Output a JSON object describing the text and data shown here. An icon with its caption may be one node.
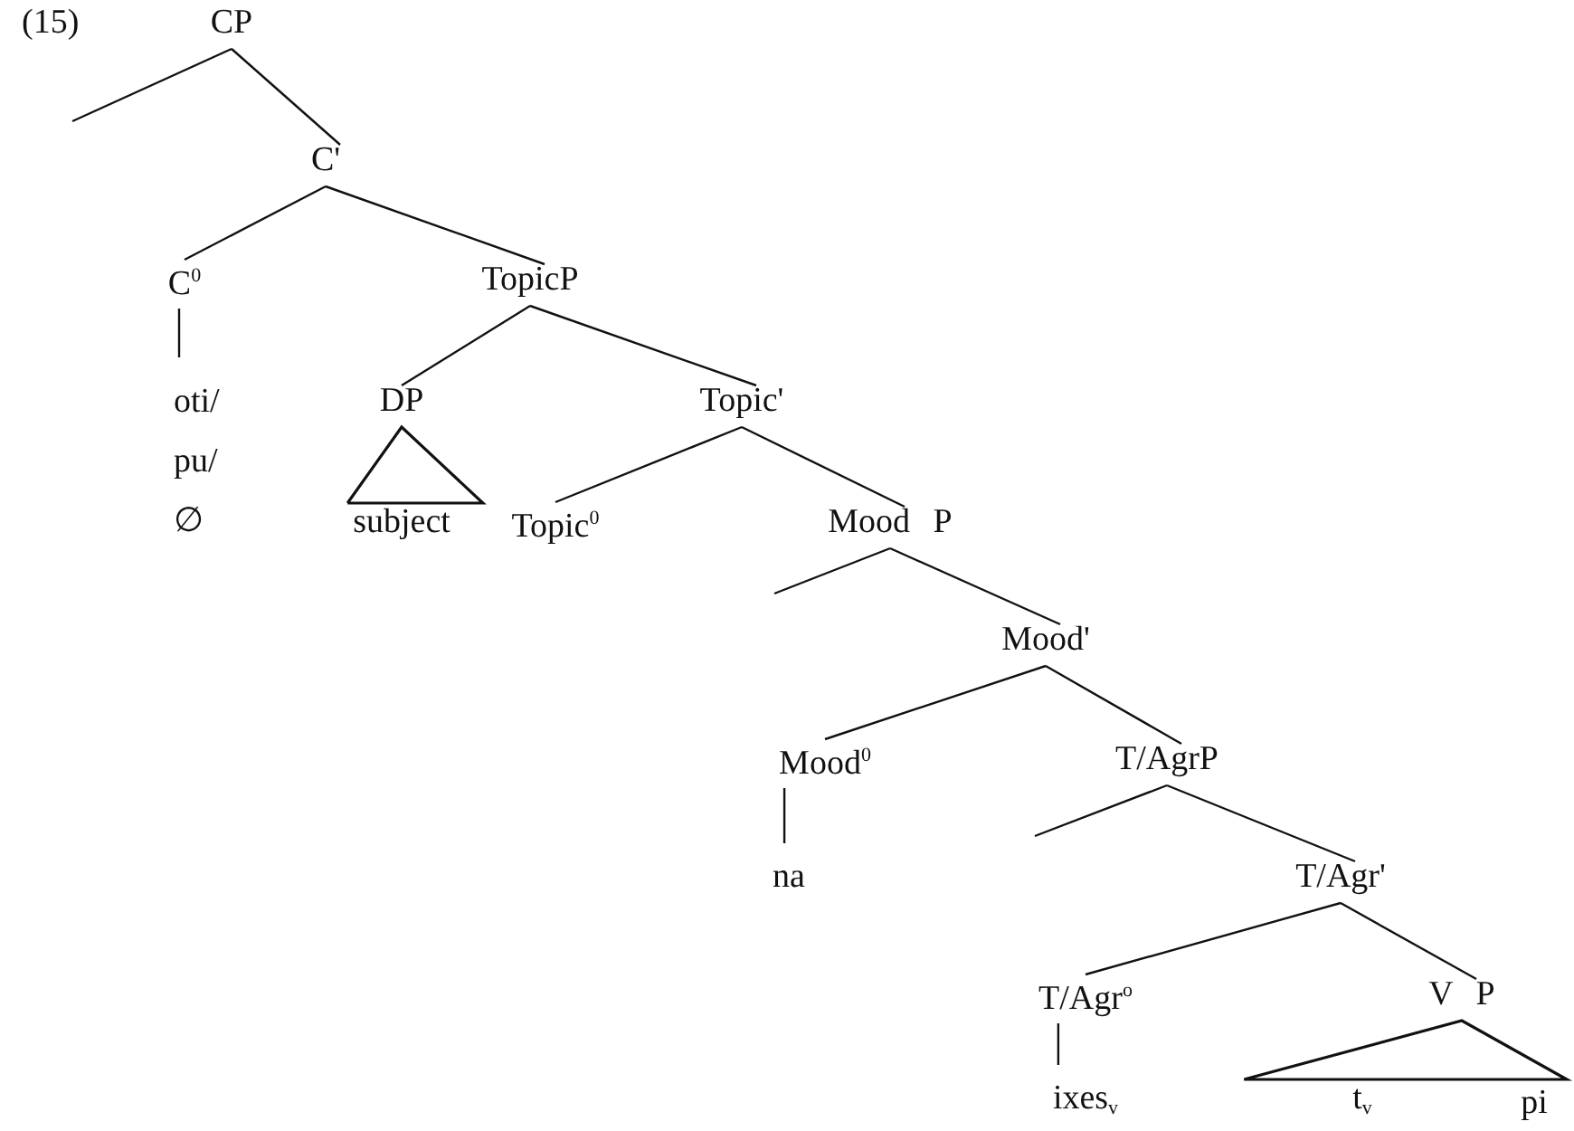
{
  "diagram": {
    "nodes": [
      {
        "text": [
          "CP"
        ]
      },
      {
        "text": [
          "C'"
        ]
      },
      {
        "text": [
          "C$^{0}$"
        ]
      },
      {
        "text": [
          "TopicP"
        ]
      },
      {
        "text": [
          "oti/ pu/ ∅"
        ]
      },
      {
        "text": [
          "DP"
        ]
      },
      {
        "text": [
          "Topic'"
        ]
      },
      {
        "text": [
          "subject"
        ]
      },
      {
        "text": [
          "Topic$^{0}$"
        ]
      },
      {
        "text": [
          "Mood P"
        ]
      },
      {
        "text": [
          "Mood'"
        ]
      },
      {
        "text": [
          "Mood$^{0}$"
        ]
      },
      {
        "text": [
          "T/AgrP"
        ]
      },
      {
        "text": [
          "na"
        ]
      },
      {
        "text": [
          "T/Agr'"
        ]
      },
      {
        "text": [
          "T/Agr$^{o}$"
        ]
      },
      {
        "text": [
          "V P"
        ]
      },
      {
        "text": [
          "ixes$_{v}$"
        ]
      },
      {
        "text": [
          "t$_{v}$"
        ]
      },
      {
        "text": [
          "pi"
        ]
      }
    ],
    "edges": [
      {
        "from": 0,
        "to": null,
        "arrow": "none"
      },
      {
        "from": 0,
        "to": 1,
        "arrow": "none"
      },
      {
        "from": 1,
        "to": 2,
        "arrow": "none"
      },
      {
        "from": 1,
        "to": 3,
        "arrow": "none"
      },
      {
        "from": 2,
        "to": 4,
        "arrow": "none"
      },
      {
        "from": 3,
        "to": 5,
        "arrow": "none"
      },
      {
        "from": 3,
        "to": 6,
        "arrow": "none"
      },
      {
        "from": 5,
        "to": 7,
        "arrow": "none"
      },
      {
        "from": 6,
        "to": 8,
        "arrow": "none"
      },
      {
        "from": 6,
        "to": 9,
        "arrow": "none"
      },
      {
        "from": 9,
        "to": null,
        "arrow": "none"
      },
      {
        "from": 9,
        "to": 10,
        "arrow": "none"
      },
      {
        "from": 10,
        "to": 11,
        "arrow": "none"
      },
      {
        "from": 10,
        "to": 12,
        "arrow": "none"
      },
      {
        "from": 11,
        "to": 13,
        "arrow": "none"
      },
      {
        "from": 12,
        "to": null,
        "arrow": "none"
      },
      {
        "from": 12,
        "to": 14,
        "arrow": "none"
      },
      {
        "from": 14,
        "to": 15,
        "arrow": "none"
      },
      {
        "from": 14,
        "to": 16,
        "arrow": "none"
      },
      {
        "from": 15,
        "to": 17,
        "arrow": "none"
      },
      {
        "from": 16,
        "to": 18,
        "arrow": "none"
      },
      {
        "from": 16,
        "to": 19,
        "arrow": "none"
      }
    ],
    "labels": [
      "(15)"
    ]
  }
}
